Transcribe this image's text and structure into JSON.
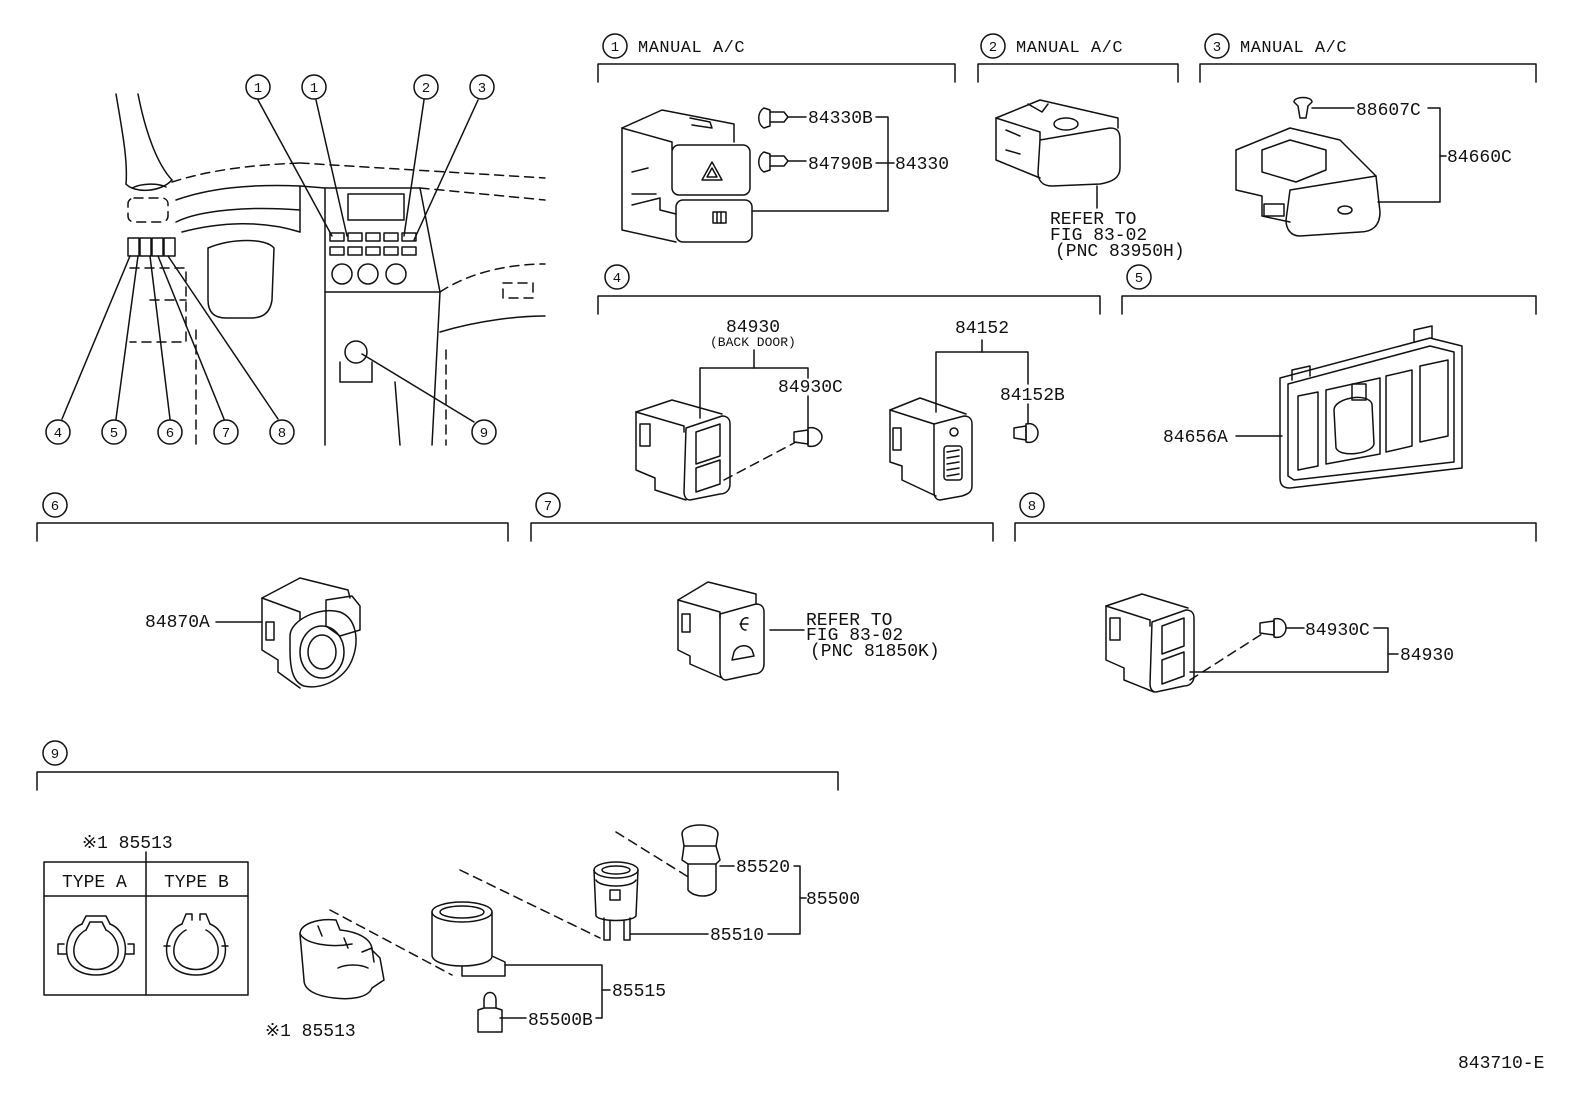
{
  "diagram_id": "843710-E",
  "overview": {
    "callouts": [
      "1",
      "1",
      "2",
      "3",
      "4",
      "5",
      "6",
      "7",
      "8",
      "9"
    ]
  },
  "sections": {
    "s1": {
      "num": "1",
      "title": "MANUAL A/C",
      "labels": [
        "84330B",
        "84790B",
        "84330"
      ]
    },
    "s2": {
      "num": "2",
      "title": "MANUAL A/C",
      "refer": [
        "REFER TO",
        "FIG 83-02",
        "(PNC 83950H)"
      ]
    },
    "s3": {
      "num": "3",
      "title": "MANUAL A/C",
      "labels": [
        "88607C",
        "84660C"
      ]
    },
    "s4": {
      "num": "4",
      "labels": [
        "84930",
        "(BACK DOOR)",
        "84930C",
        "84152",
        "84152B"
      ]
    },
    "s5": {
      "num": "5",
      "labels": [
        "84656A"
      ]
    },
    "s6": {
      "num": "6",
      "labels": [
        "84870A"
      ]
    },
    "s7": {
      "num": "7",
      "refer": [
        "REFER TO",
        "FIG 83-02",
        "(PNC 81850K)"
      ]
    },
    "s8": {
      "num": "8",
      "labels": [
        "84930C",
        "84930"
      ]
    },
    "s9": {
      "num": "9",
      "labels": [
        "※1 85513",
        "85520",
        "85500",
        "85510",
        "85515",
        "85500B",
        "※1 85513"
      ],
      "table": {
        "headers": [
          "TYPE A",
          "TYPE B"
        ]
      }
    }
  }
}
